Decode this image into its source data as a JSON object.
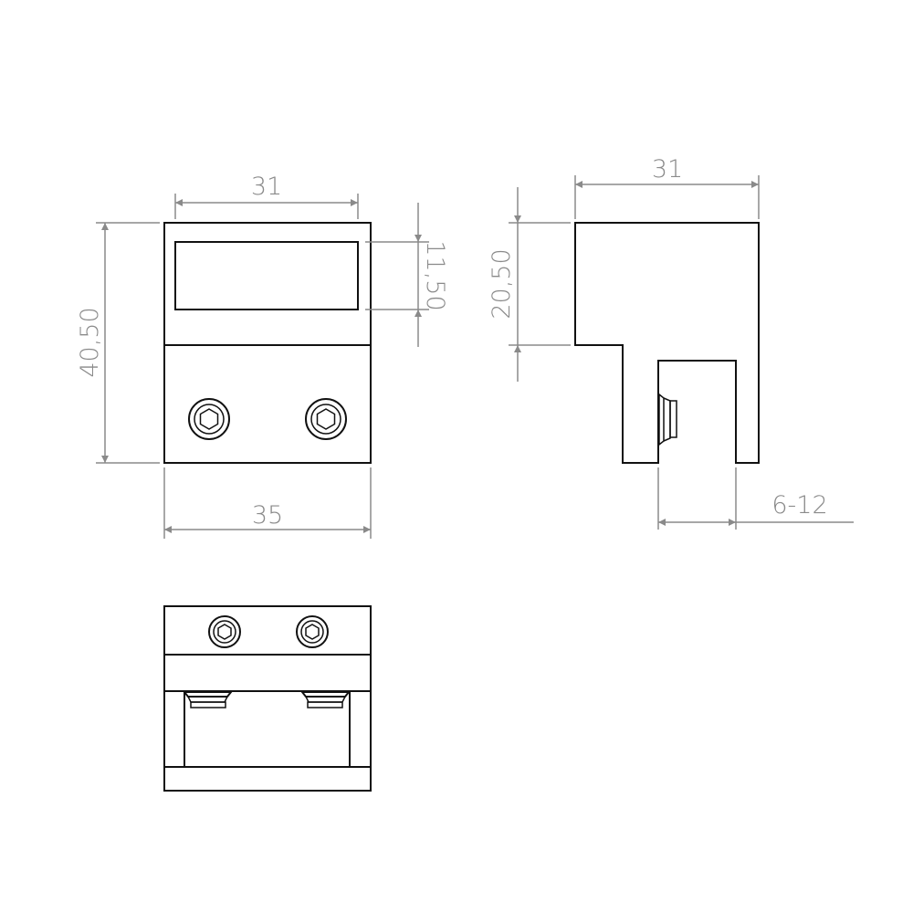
{
  "title": "Glass clamp technical drawing",
  "front_view": {
    "width_top": "31",
    "height": "40,50",
    "window_height": "11,50",
    "width_bottom": "35"
  },
  "side_view": {
    "width": "31",
    "height_upper": "20,50",
    "glass_thickness": "6-12"
  },
  "colors": {
    "line": "#111111",
    "dimension": "#8a8a8a"
  }
}
